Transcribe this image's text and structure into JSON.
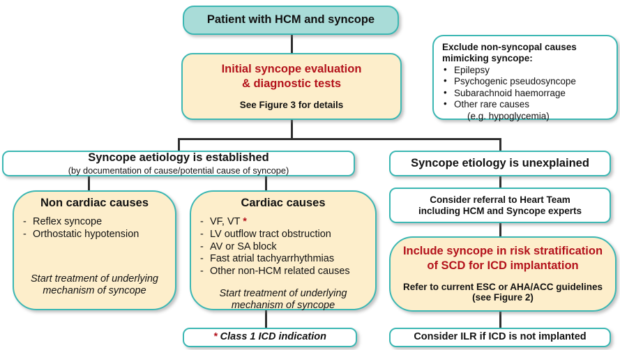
{
  "colors": {
    "teal_fill": "#a9dcd8",
    "cream_fill": "#fdeecb",
    "border_teal": "#3bb7b3",
    "red_text": "#b3121b",
    "connector": "#2f2f2f"
  },
  "nodes": {
    "patient": {
      "label": "Patient with HCM and syncope"
    },
    "initial_eval": {
      "line1": "Initial syncope evaluation",
      "line2": "& diagnostic tests",
      "note": "See Figure 3 for details"
    },
    "exclude": {
      "heading_line1": "Exclude non-syncopal causes",
      "heading_line2": "mimicking syncope:",
      "items": [
        "Epilepsy",
        "Psychogenic pseudosyncope",
        "Subarachnoid haemorrage",
        "Other rare causes"
      ],
      "subitem": "(e.g. hypoglycemia)"
    },
    "established": {
      "title": "Syncope aetiology is established",
      "subtitle": "(by documentation of cause/potential cause of syncope)"
    },
    "non_cardiac": {
      "title": "Non cardiac causes",
      "items": [
        "Reflex syncope",
        "Orthostatic hypotension"
      ],
      "footer_line1": "Start treatment of underlying",
      "footer_line2": "mechanism of syncope"
    },
    "cardiac": {
      "title": "Cardiac causes",
      "items": [
        "VF, VT *",
        "LV outflow tract obstruction",
        "AV or SA block",
        "Fast atrial tachyarrhythmias",
        "Other non-HCM related causes"
      ],
      "footer_line1": "Start treatment of underlying",
      "footer_line2": "mechanism of syncope"
    },
    "unexplained": {
      "title": "Syncope etiology is unexplained"
    },
    "heart_team": {
      "line1": "Consider referral to Heart Team",
      "line2": "including HCM and Syncope experts"
    },
    "risk_strat": {
      "line1": "Include syncope in risk stratification",
      "line2": "of SCD for ICD implantation",
      "note_line1": "Refer to current ESC or AHA/ACC guidelines",
      "note_line2": "(see Figure 2)"
    },
    "class1": {
      "label": "* Class 1 ICD indication",
      "asterisk": "*"
    },
    "ilr": {
      "label": "Consider ILR if ICD is not implanted"
    }
  }
}
